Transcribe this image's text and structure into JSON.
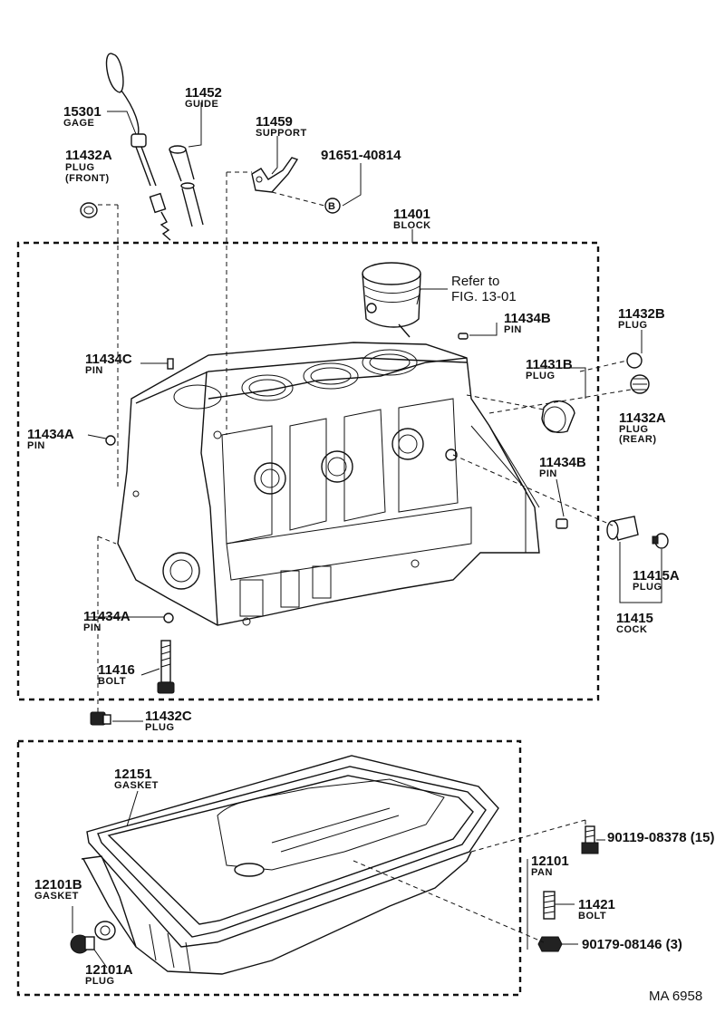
{
  "callouts": {
    "gage": {
      "num": "15301",
      "name": "GAGE"
    },
    "guide": {
      "num": "11452",
      "name": "GUIDE"
    },
    "support": {
      "num": "11459",
      "name": "SUPPORT"
    },
    "bolt_91651": {
      "num": "91651-40814"
    },
    "plug_front": {
      "num": "11432A",
      "name": "PLUG",
      "note": "(FRONT)"
    },
    "block": {
      "num": "11401",
      "name": "BLOCK"
    },
    "refer": {
      "line1": "Refer to",
      "line2": "FIG. 13-01"
    },
    "pin_11434b_top": {
      "num": "11434B",
      "name": "PIN"
    },
    "plug_11432b": {
      "num": "11432B",
      "name": "PLUG"
    },
    "pin_11434c": {
      "num": "11434C",
      "name": "PIN"
    },
    "plug_11431b": {
      "num": "11431B",
      "name": "PLUG"
    },
    "plug_rear": {
      "num": "11432A",
      "name": "PLUG",
      "note": "(REAR)"
    },
    "pin_11434a_top": {
      "num": "11434A",
      "name": "PIN"
    },
    "pin_11434b_mid": {
      "num": "11434B",
      "name": "PIN"
    },
    "plug_11415a": {
      "num": "11415A",
      "name": "PLUG"
    },
    "cock": {
      "num": "11415",
      "name": "COCK"
    },
    "pin_11434a_bottom": {
      "num": "11434A",
      "name": "PIN"
    },
    "bolt_11416": {
      "num": "11416",
      "name": "BOLT"
    },
    "plug_11432c": {
      "num": "11432C",
      "name": "PLUG"
    },
    "gasket_12151": {
      "num": "12151",
      "name": "GASKET"
    },
    "bolt_90119": {
      "num": "90119-08378 (15)"
    },
    "pan": {
      "num": "12101",
      "name": "PAN"
    },
    "bolt_11421": {
      "num": "11421",
      "name": "BOLT"
    },
    "nut_90179": {
      "num": "90179-08146 (3)"
    },
    "gasket_12101b": {
      "num": "12101B",
      "name": "GASKET"
    },
    "plug_12101a": {
      "num": "12101A",
      "name": "PLUG"
    }
  },
  "marker_b": "B",
  "figure_code": "MA  6958"
}
